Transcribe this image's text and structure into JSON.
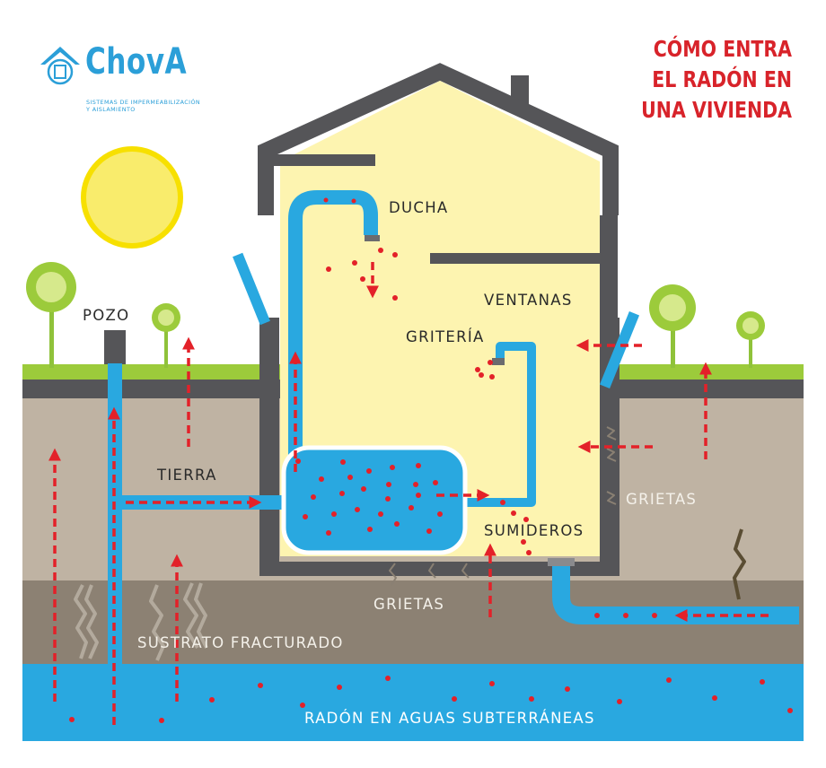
{
  "brand": {
    "name": "ChovA",
    "tagline_line1": "SISTEMAS DE IMPERMEABILIZACIÓN",
    "tagline_line2": "Y AISLAMIENTO"
  },
  "title": {
    "line1": "CÓMO ENTRA",
    "line2": "EL RADÓN EN",
    "line3": "UNA VIVIENDA"
  },
  "labels": {
    "ducha": "DUCHA",
    "ventanas": "VENTANAS",
    "griteria": "GRITERÍA",
    "pozo": "POZO",
    "tierra": "TIERRA",
    "grietas_wall": "GRIETAS",
    "sumideros": "SUMIDEROS",
    "grietas_floor": "GRIETAS",
    "sustrato": "SUSTRATO FRACTURADO",
    "aguas": "RADÓN EN AGUAS SUBTERRÁNEAS"
  },
  "colors": {
    "title_red": "#d8232a",
    "brand_blue": "#2b9fd8",
    "water_blue": "#29a8e0",
    "house_yellow": "#fdf4b0",
    "wall_gray": "#555558",
    "soil": "#bfb3a3",
    "substrate": "#8c8173",
    "grass": "#9ccb3b",
    "sun": "#f9ec6c"
  }
}
